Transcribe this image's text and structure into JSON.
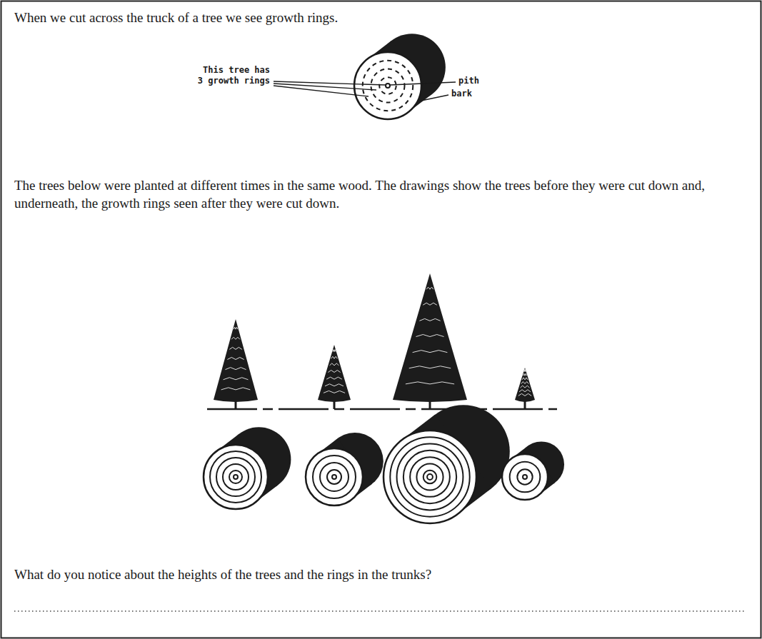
{
  "diagram": {
    "labels": [
      "When we cut across the truck of a tree we see growth rings.",
      "This tree has 3 growth rings",
      "pith",
      "bark",
      "The trees below were planted at different times in the same wood. The drawings show the trees before they were cut down and, underneath, the growth rings seen after they were cut down.",
      "What do you notice about the heights of the trees and the rings in the trunks?"
    ]
  }
}
